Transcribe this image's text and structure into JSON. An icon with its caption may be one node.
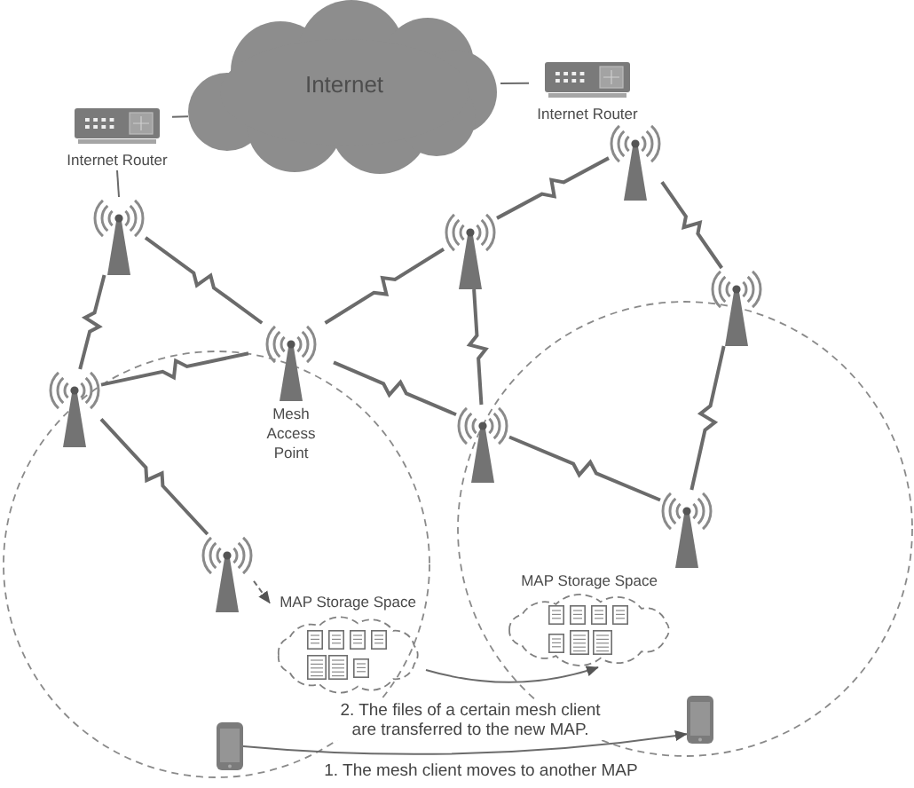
{
  "diagram": {
    "nodes": [
      {
        "text": [
          "Internet"
        ]
      },
      {
        "text": [
          "Internet Router"
        ]
      },
      {
        "text": [
          "Internet Router"
        ]
      },
      {
        "text": [],
        "shape": "antenna"
      },
      {
        "text": [],
        "shape": "antenna"
      },
      {
        "text": [],
        "shape": "antenna"
      },
      {
        "text": [],
        "shape": "antenna"
      },
      {
        "text": [
          "Mesh Access Point"
        ]
      },
      {
        "text": [],
        "shape": "antenna"
      },
      {
        "text": [],
        "shape": "antenna"
      },
      {
        "text": [],
        "shape": "antenna"
      },
      {
        "text": [],
        "shape": "antenna"
      },
      {
        "text": [
          "MAP Storage Space"
        ]
      },
      {
        "text": [
          "MAP Storage Space"
        ]
      },
      {
        "text": [],
        "shape": "phone"
      },
      {
        "text": [],
        "shape": "phone"
      }
    ],
    "edges": [
      {
        "from": 1,
        "to": 0,
        "arrow": "none"
      },
      {
        "from": 2,
        "to": 0,
        "arrow": "none"
      },
      {
        "from": 1,
        "to": 3,
        "arrow": "none"
      },
      {
        "from": 3,
        "to": 8,
        "arrow": "none"
      },
      {
        "from": 3,
        "to": 7,
        "arrow": "none"
      },
      {
        "from": 8,
        "to": 7,
        "arrow": "none"
      },
      {
        "from": 7,
        "to": 5,
        "arrow": "none"
      },
      {
        "from": 5,
        "to": 4,
        "arrow": "none"
      },
      {
        "from": 4,
        "to": 6,
        "arrow": "none"
      },
      {
        "from": 5,
        "to": 9,
        "arrow": "none"
      },
      {
        "from": 7,
        "to": 9,
        "arrow": "none"
      },
      {
        "from": 8,
        "to": 11,
        "arrow": "none"
      },
      {
        "from": 9,
        "to": 10,
        "arrow": "none"
      },
      {
        "from": 6,
        "to": 10,
        "arrow": "none"
      },
      {
        "from": 11,
        "to": 12,
        "arrow": "to",
        "style": "dashed"
      },
      {
        "from": 12,
        "to": 13,
        "arrow": "to",
        "label": "2. The files of a certain mesh client are transferred to the new MAP."
      },
      {
        "from": 14,
        "to": 15,
        "arrow": "to",
        "label": "1. The mesh client moves to another MAP"
      }
    ]
  }
}
